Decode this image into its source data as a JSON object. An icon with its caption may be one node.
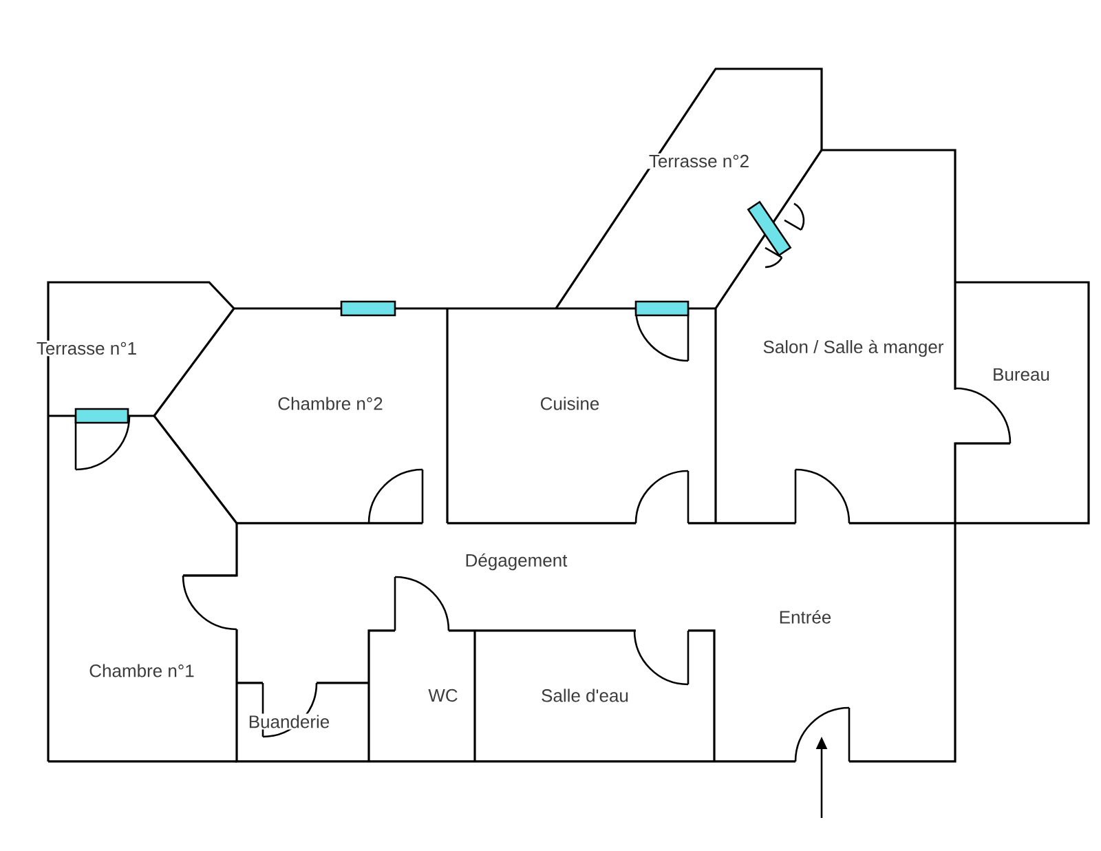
{
  "diagram": {
    "labels": [
      "Terrasse n°2",
      "Terrasse n°1",
      "Salon / Salle à manger",
      "Chambre n°2",
      "Cuisine",
      "Bureau",
      "Dégagement",
      "Entrée",
      "Chambre n°1",
      "WC",
      "Salle d'eau",
      "Buanderie"
    ]
  }
}
